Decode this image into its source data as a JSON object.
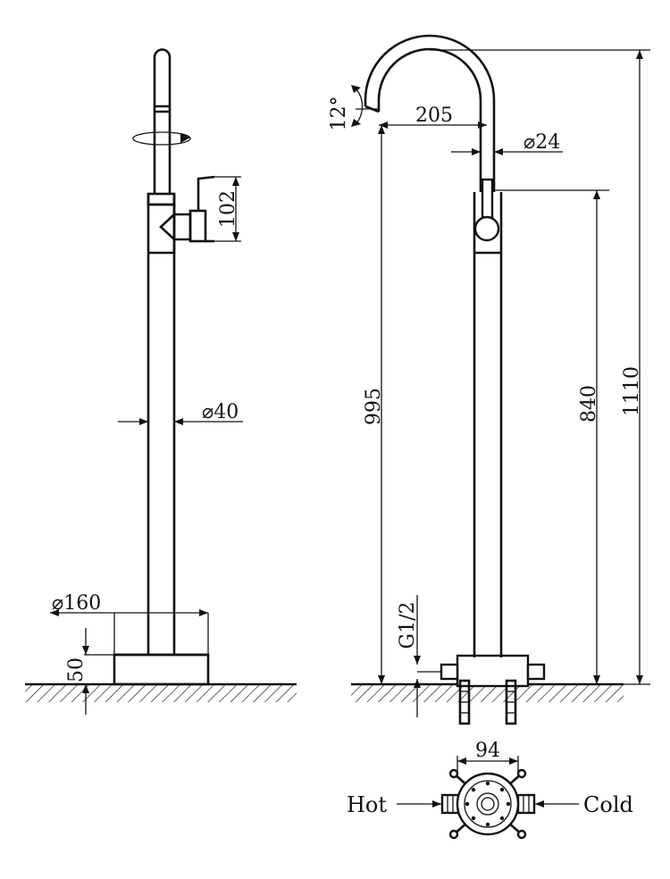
{
  "dimensions": {
    "spout_angle": "12°",
    "spout_reach": "205",
    "spout_diameter": "⌀24",
    "handle_height": "102",
    "column_diameter": "⌀40",
    "base_diameter": "⌀160",
    "base_height": "50",
    "spout_outlet_height": "995",
    "handle_top_height": "840",
    "overall_height": "1110",
    "inlet_thread": "G1/2",
    "inlet_spacing": "94"
  },
  "labels": {
    "hot": "Hot",
    "cold": "Cold"
  },
  "colors": {
    "line": "#111111",
    "background": "#ffffff"
  }
}
